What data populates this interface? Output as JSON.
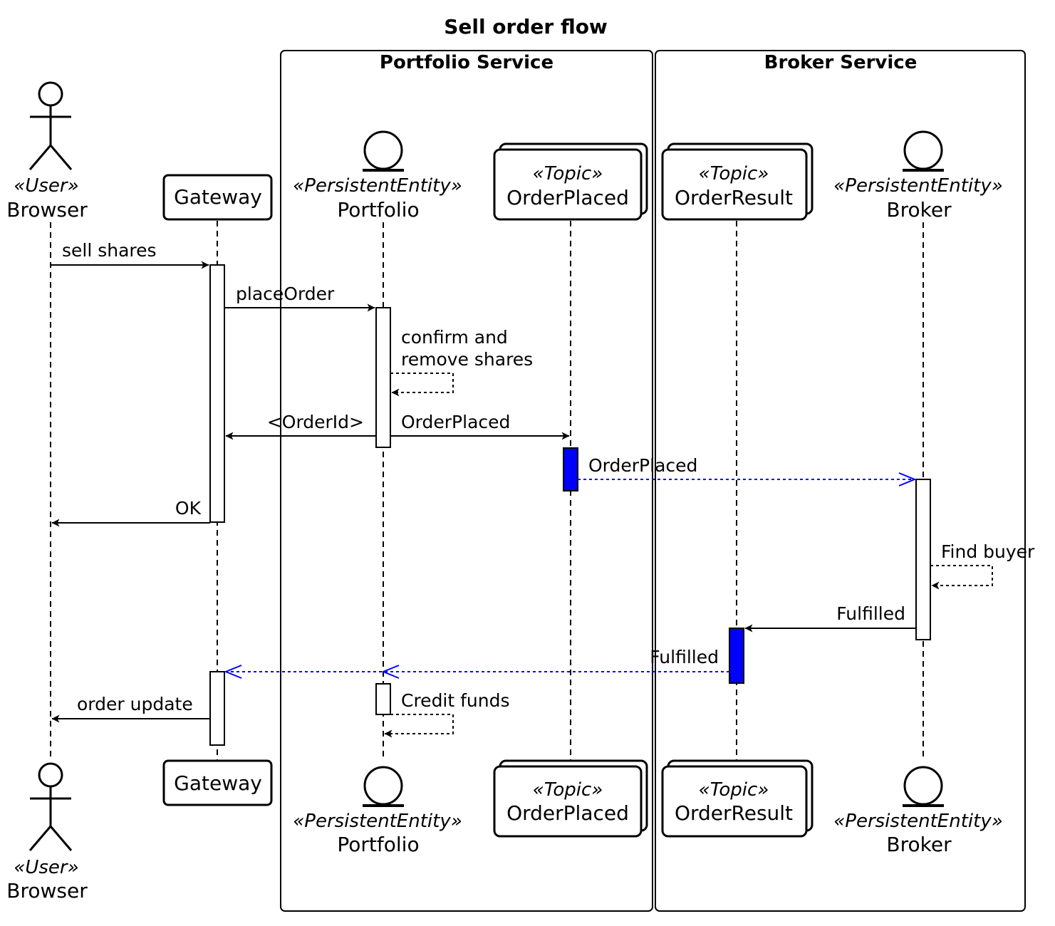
{
  "diagram": {
    "title": "Sell order flow",
    "groups": {
      "portfolio": "Portfolio Service",
      "broker": "Broker Service"
    },
    "participants": {
      "browser": {
        "stereotype": "«User»",
        "name": "Browser"
      },
      "gateway": {
        "name": "Gateway"
      },
      "portfolio": {
        "stereotype": "«PersistentEntity»",
        "name": "Portfolio"
      },
      "order_placed_topic": {
        "stereotype": "«Topic»",
        "name": "OrderPlaced"
      },
      "order_result_topic": {
        "stereotype": "«Topic»",
        "name": "OrderResult"
      },
      "broker": {
        "stereotype": "«PersistentEntity»",
        "name": "Broker"
      }
    },
    "messages": {
      "sell_shares": "sell shares",
      "place_order": "placeOrder",
      "confirm_line1": "confirm and",
      "confirm_line2": "remove shares",
      "order_id": "<OrderId>",
      "order_placed_publish": "OrderPlaced",
      "order_placed_consume": "OrderPlaced",
      "ok": "OK",
      "find_buyer": "Find buyer",
      "fulfilled_publish": "Fulfilled",
      "fulfilled_consume": "Fulfilled",
      "credit_funds": "Credit funds",
      "order_update": "order update"
    },
    "colors": {
      "async_message": "#0000ff",
      "topic_activation": "#0000ff"
    }
  }
}
